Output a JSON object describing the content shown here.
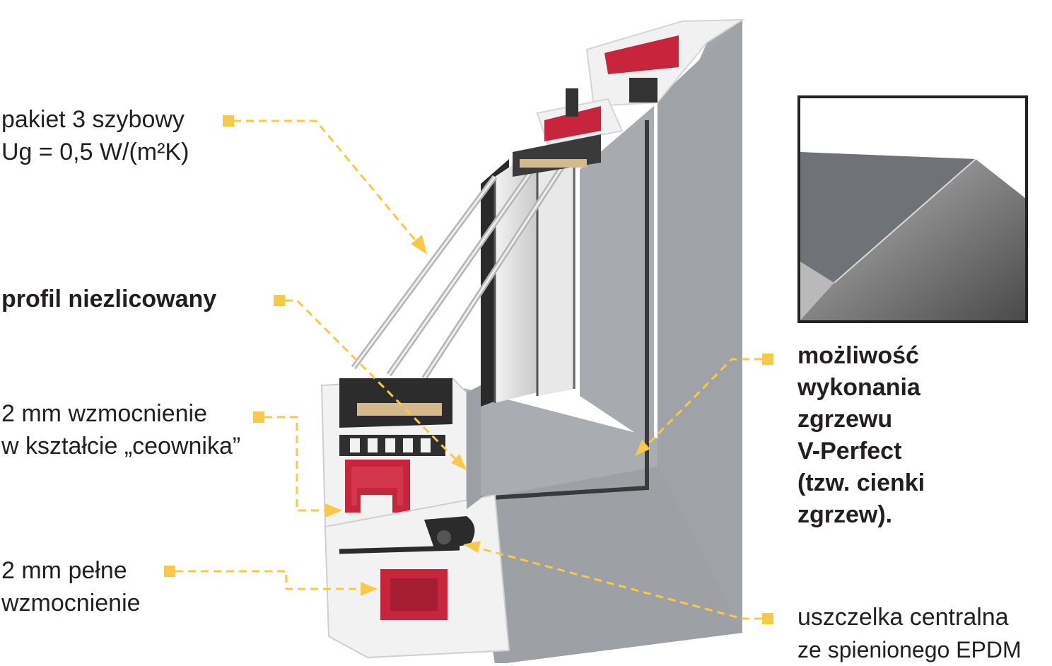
{
  "colors": {
    "accent": "#f7c948",
    "frame_grey": "#a3a6aa",
    "reinforcement_red": "#c8243c",
    "pvc_white": "#f4f4f4",
    "seal_black": "#2b2b2b"
  },
  "labels": {
    "glazing": {
      "line1": "pakiet 3 szybowy",
      "line2": "Ug = 0,5 W/(m²K)"
    },
    "profile": {
      "line1": "profil niezlicowany"
    },
    "channel_reinforcement": {
      "line1": "2 mm wzmocnienie",
      "line2": "w kształcie „ceownika”"
    },
    "full_reinforcement": {
      "line1": "2 mm pełne",
      "line2": "wzmocnienie"
    },
    "vperfect": {
      "line1": "możliwość",
      "line2": "wykonania",
      "line3": "zgrzewu",
      "line4": "V-Perfect",
      "line5": "(tzw. cienki",
      "line6": "zgrzew)."
    },
    "central_seal": {
      "line1": "uszczelka centralna",
      "line2": "ze spienionego EPDM"
    }
  }
}
